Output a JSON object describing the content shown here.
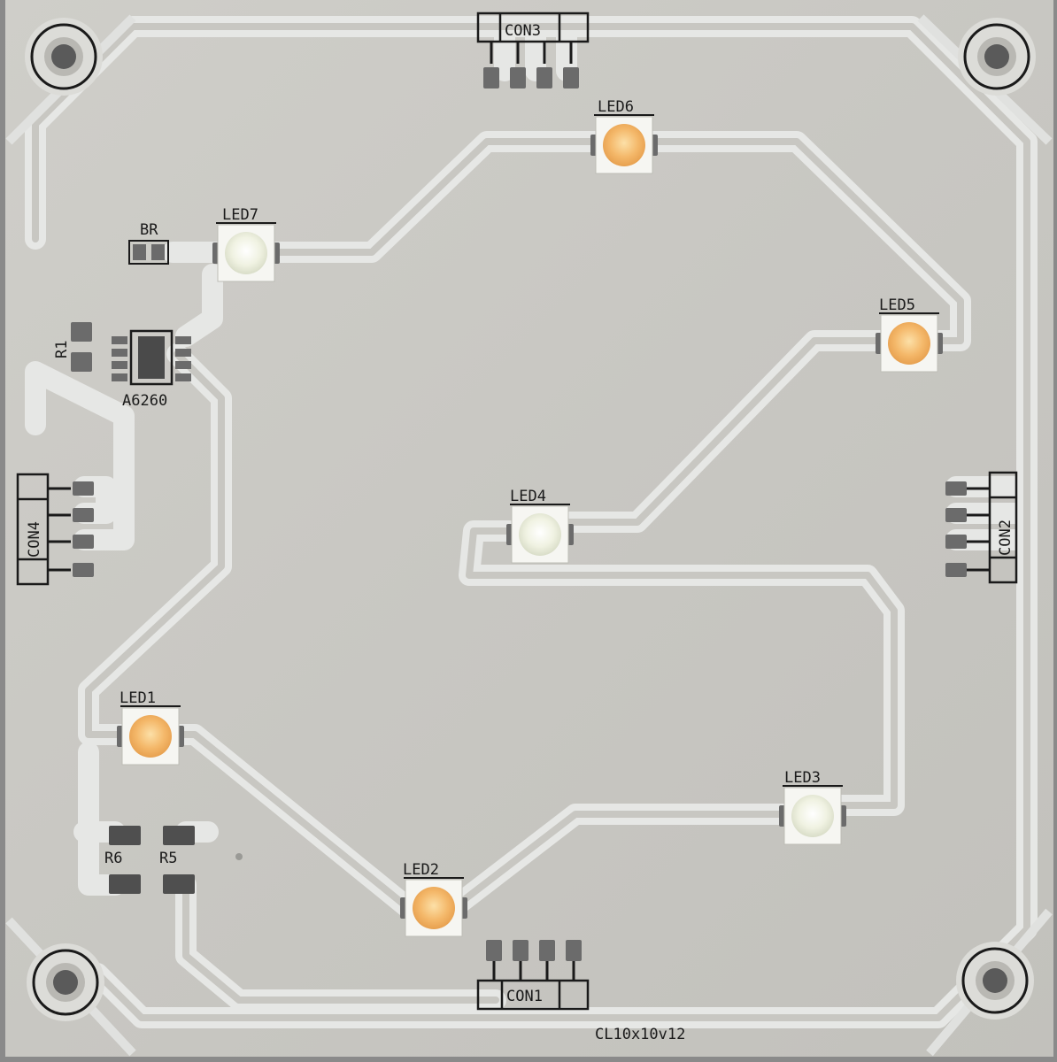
{
  "board": {
    "label": "CL10x10v12",
    "colors": {
      "mask": "#c8c7c2",
      "trace": "#e4e5e3",
      "silkscreen": "#1a1a1a",
      "pad": "#6b6b6b",
      "led_warm": "#f3b565",
      "led_cool": "#f1f3e6"
    }
  },
  "leds": [
    {
      "label": "LED1",
      "tone": "warm"
    },
    {
      "label": "LED2",
      "tone": "warm"
    },
    {
      "label": "LED3",
      "tone": "cool"
    },
    {
      "label": "LED4",
      "tone": "cool"
    },
    {
      "label": "LED5",
      "tone": "warm"
    },
    {
      "label": "LED6",
      "tone": "warm"
    },
    {
      "label": "LED7",
      "tone": "cool"
    }
  ],
  "connectors": [
    "CON1",
    "CON2",
    "CON3",
    "CON4"
  ],
  "parts": {
    "ic": "A6260",
    "r1": "R1",
    "r5": "R5",
    "r6": "R6",
    "bridge": "BR"
  }
}
